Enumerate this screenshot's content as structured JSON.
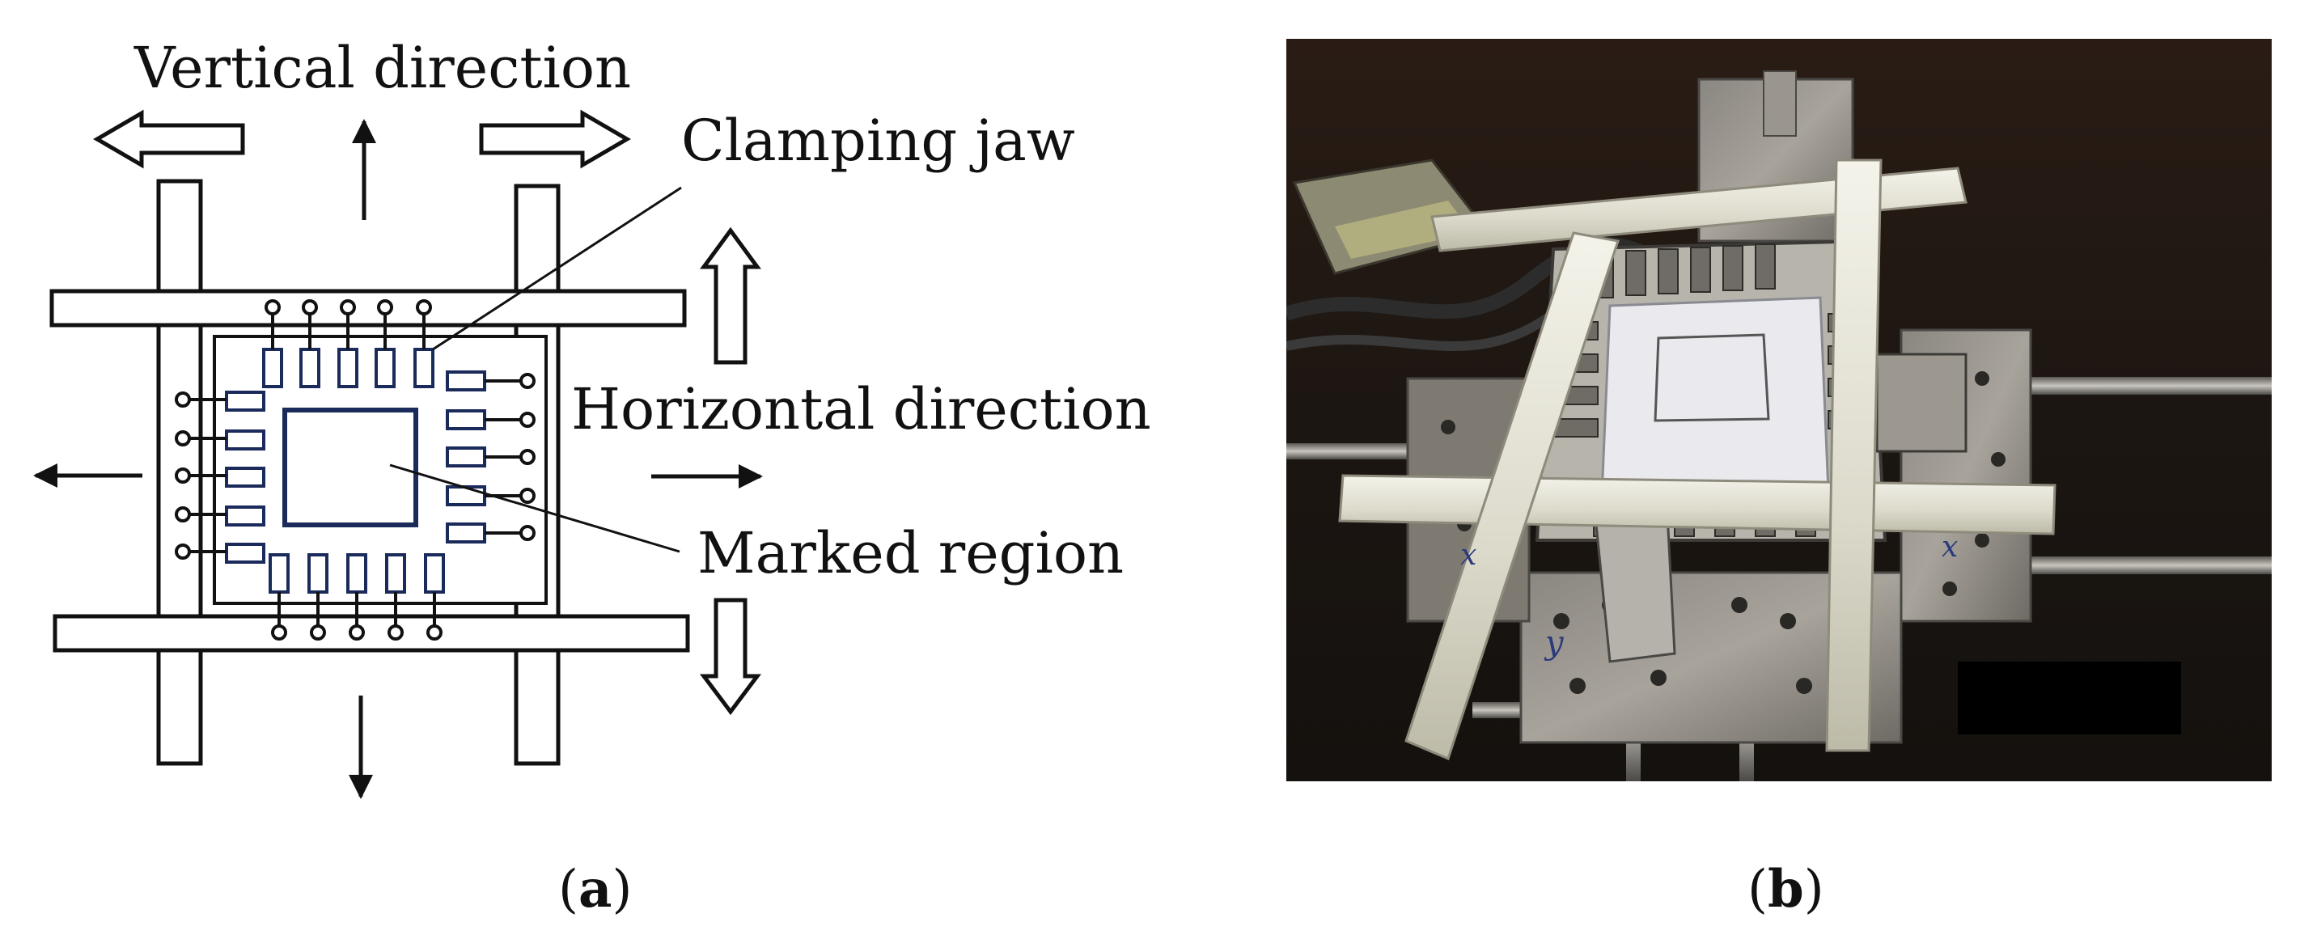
{
  "diagram": {
    "labels": {
      "vertical_direction": "Vertical direction",
      "clamping_jaw": "Clamping jaw",
      "horizontal_direction": "Horizontal direction",
      "marked_region": "Marked region"
    }
  },
  "photo": {
    "markings": {
      "x_left": "x",
      "x_right": "x",
      "y": "y"
    }
  },
  "captions": {
    "a": {
      "open": "(",
      "letter": "a",
      "close": ")"
    },
    "b": {
      "open": "(",
      "letter": "b",
      "close": ")"
    }
  },
  "colors": {
    "jaw_stroke": "#1a2a5a",
    "line": "#111111",
    "photo_bg": "#1c1612"
  }
}
